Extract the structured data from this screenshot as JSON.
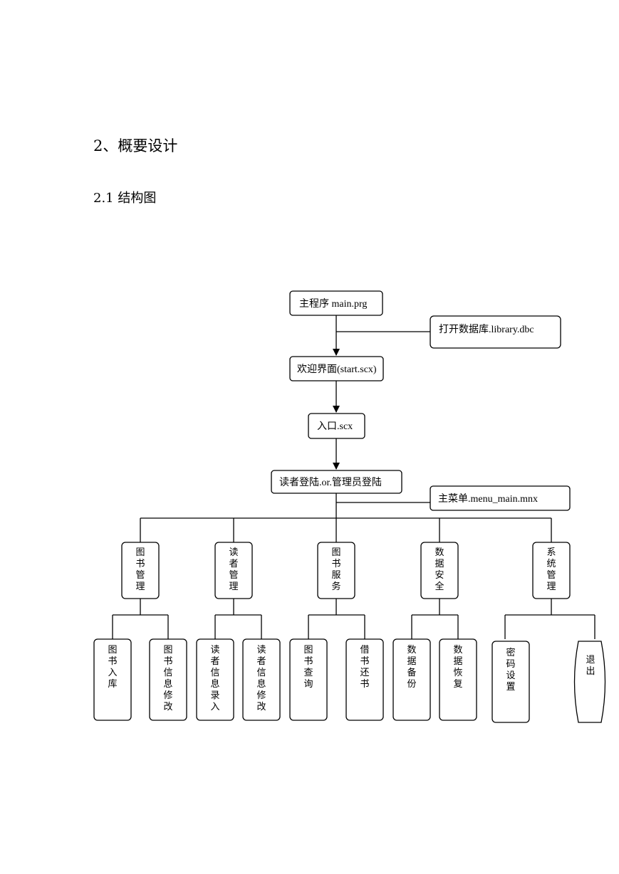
{
  "section_heading": "2、概要设计",
  "subsection_heading": "2.1 结构图",
  "nodes": {
    "main_program": "主程序 main.prg",
    "open_db": "打开数据库.library.dbc",
    "welcome": "欢迎界面(start.scx)",
    "entry": "入口.scx",
    "login": "读者登陆.or.管理员登陆",
    "main_menu": "主菜单.menu_main.mnx",
    "book_mgmt": "图书管理",
    "reader_mgmt": "读者管理",
    "book_service": "图书服务",
    "data_security": "数据安全",
    "system_mgmt": "系统管理",
    "book_in": "图书入库",
    "book_info_edit": "图书信息修改",
    "reader_info_entry": "读者信息录入",
    "reader_info_edit": "读者信息修改",
    "book_query": "图书查询",
    "borrow_return": "借书还书",
    "data_backup": "数据备份",
    "data_restore": "数据恢复",
    "password_setting": "密码设置",
    "exit": "退出"
  }
}
